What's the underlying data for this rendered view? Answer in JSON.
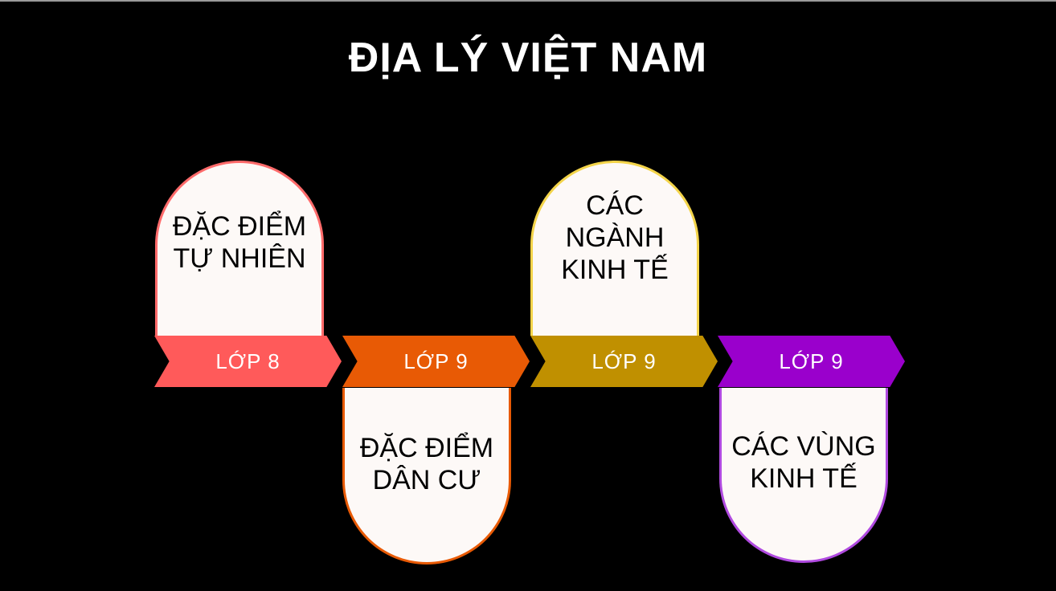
{
  "title": "ĐỊA LÝ VIỆT NAM",
  "steps": [
    {
      "label": "LỚP 8",
      "topic": "ĐẶC ĐIỂM\nTỰ NHIÊN",
      "color": "#ff5a5a"
    },
    {
      "label": "LỚP 9",
      "topic": "ĐẶC ĐIỂM\nDÂN CƯ",
      "color": "#e85a05"
    },
    {
      "label": "LỚP 9",
      "topic": "CÁC NGÀNH\nKINH TẾ",
      "color": "#c09000"
    },
    {
      "label": "LỚP 9",
      "topic": "CÁC VÙNG\nKINH TẾ",
      "color": "#9a00cc"
    }
  ],
  "card_border_colors": [
    "#ff6b6b",
    "#e85a05",
    "#f3d44a",
    "#b04ae0"
  ]
}
